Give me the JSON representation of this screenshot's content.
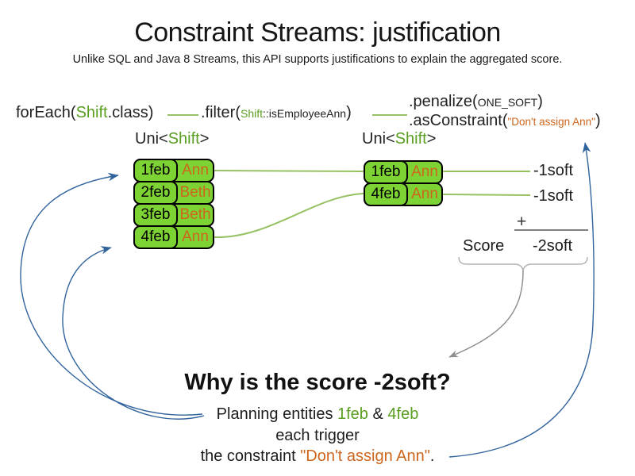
{
  "title": "Constraint Streams: justification",
  "subtitle": "Unlike SQL and Java 8 Streams, this API supports justifications to explain the aggregated score.",
  "colors": {
    "green_text": "#5a9e22",
    "green_fill": "#7ed334",
    "green_line": "#97c263",
    "orange": "#cd661d",
    "blue": "#31639c",
    "gray": "#999999"
  },
  "code": {
    "foreach_pre": "forEach(",
    "foreach_cls": "Shift",
    "foreach_post": ".class)",
    "filter_pre": ".filter(",
    "filter_cls": "Shift",
    "filter_rest": "::isEmployeeAnn",
    "filter_post": ")",
    "penalize_pre": ".penalize(",
    "penalize_arg": "ONE_SOFT",
    "penalize_post": ")",
    "asconstraint_pre": ".asConstraint(",
    "asconstraint_arg": "\"Don't assign Ann\"",
    "asconstraint_post": ")"
  },
  "stream_type": {
    "pre": "Uni<",
    "cls": "Shift",
    "post": ">"
  },
  "left_stream": {
    "rows": [
      {
        "date": "1feb",
        "employee": "Ann"
      },
      {
        "date": "2feb",
        "employee": "Beth"
      },
      {
        "date": "3feb",
        "employee": "Beth"
      },
      {
        "date": "4feb",
        "employee": "Ann"
      }
    ]
  },
  "right_stream": {
    "rows": [
      {
        "date": "1feb",
        "employee": "Ann"
      },
      {
        "date": "4feb",
        "employee": "Ann"
      }
    ]
  },
  "penalties": [
    "-1soft",
    "-1soft"
  ],
  "score": {
    "plus": "+",
    "label": "Score",
    "value": "-2soft"
  },
  "explanation": {
    "heading": "Why is the score -2soft?",
    "line1_pre": "Planning entities ",
    "line1_entity1": "1feb",
    "line1_mid": " & ",
    "line1_entity2": "4feb",
    "line2": "each trigger",
    "line3_pre": "the constraint ",
    "line3_constraint": "\"Don't assign Ann\"",
    "line3_post": "."
  }
}
